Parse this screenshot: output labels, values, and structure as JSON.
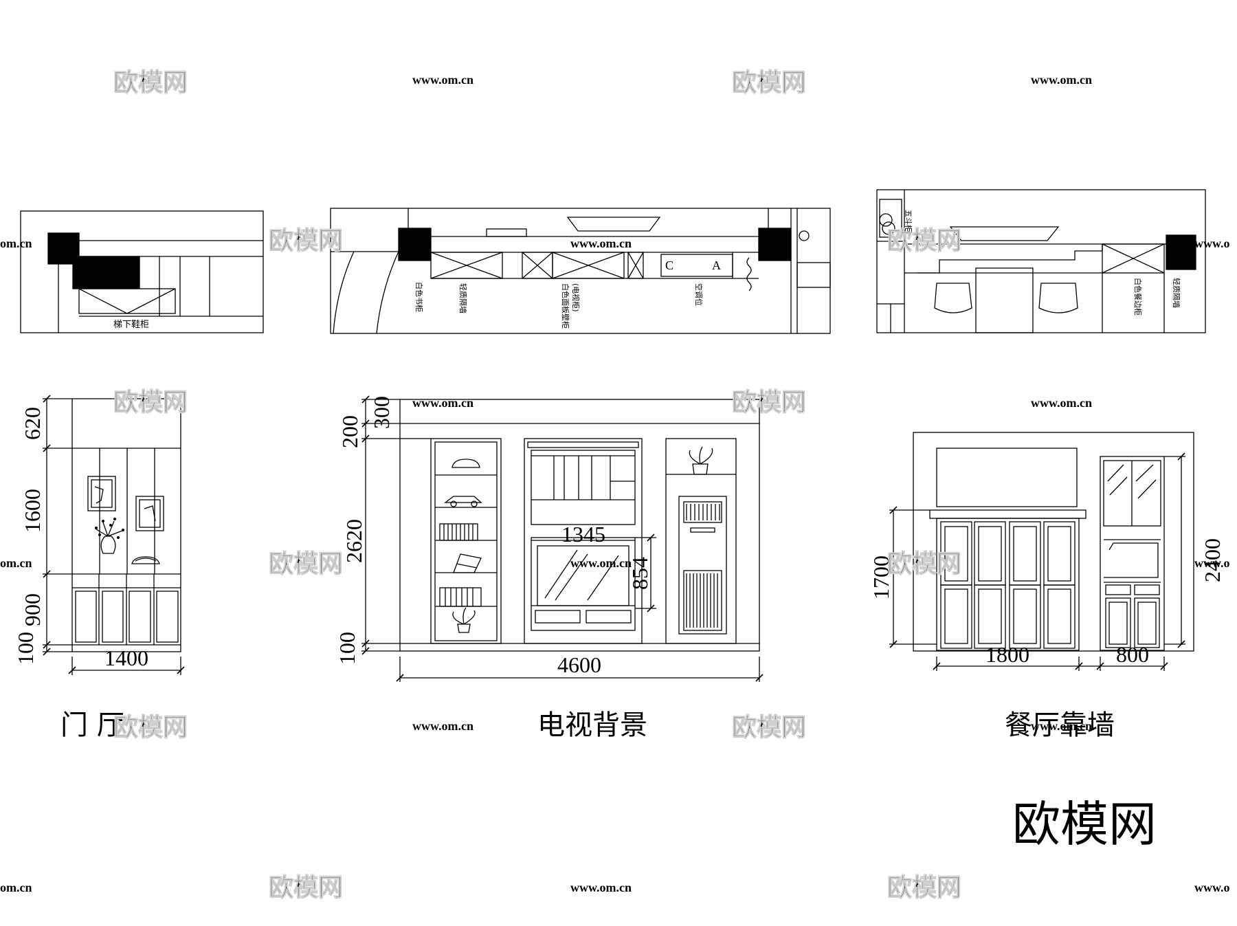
{
  "plans": {
    "hall": {
      "label": "梯下鞋柜"
    },
    "tv": {
      "labels": [
        "白色书柜",
        "轻质隔墙",
        "白色面板壁柜",
        "(电视柜)",
        "空调位"
      ],
      "ac_letters": [
        "C",
        "A"
      ]
    },
    "dining": {
      "labels": [
        "五斗柜",
        "白色餐边柜",
        "轻质隔墙"
      ]
    }
  },
  "elevations": {
    "hall": {
      "title": "门  厅",
      "dims": {
        "d620": "620",
        "d1600": "1600",
        "d900": "900",
        "d100": "100",
        "d1400": "1400"
      }
    },
    "tv": {
      "title": "电视背景",
      "dims": {
        "d300": "300",
        "d200": "200",
        "d2620": "2620",
        "d100": "100",
        "d4600": "4600",
        "d1345": "1345",
        "d854": "854"
      }
    },
    "dining": {
      "title": "餐厅靠墙",
      "dims": {
        "d1700": "1700",
        "d2400": "2400",
        "d1800": "1800",
        "d800": "800"
      }
    }
  },
  "watermarks": {
    "brand": "欧模网",
    "url": "www.om.cn",
    "url_edge": "om.cn",
    "url_cut": "www.o"
  }
}
